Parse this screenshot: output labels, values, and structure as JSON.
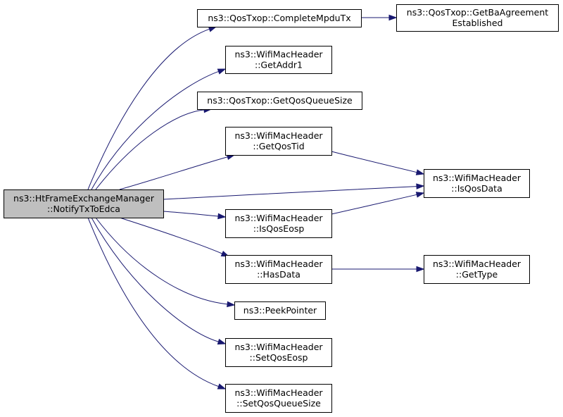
{
  "diagram": {
    "colors": {
      "edge": "#191970",
      "node_fill": "#ffffff",
      "root_fill": "#bfbfbf",
      "border": "#000000"
    },
    "nodes": [
      {
        "id": "root",
        "lines": [
          "ns3::HtFrameExchangeManager",
          "::NotifyTxToEdca"
        ],
        "root": true
      },
      {
        "id": "complete_mpdu_tx",
        "lines": [
          "ns3::QosTxop::CompleteMpduTx"
        ]
      },
      {
        "id": "get_ba_agreement",
        "lines": [
          "ns3::QosTxop::GetBaAgreement",
          "Established"
        ]
      },
      {
        "id": "get_addr1",
        "lines": [
          "ns3::WifiMacHeader",
          "::GetAddr1"
        ]
      },
      {
        "id": "get_qos_queue_size",
        "lines": [
          "ns3::QosTxop::GetQosQueueSize"
        ]
      },
      {
        "id": "get_qos_tid",
        "lines": [
          "ns3::WifiMacHeader",
          "::GetQosTid"
        ]
      },
      {
        "id": "is_qos_data",
        "lines": [
          "ns3::WifiMacHeader",
          "::IsQosData"
        ]
      },
      {
        "id": "is_qos_eosp",
        "lines": [
          "ns3::WifiMacHeader",
          "::IsQosEosp"
        ]
      },
      {
        "id": "has_data",
        "lines": [
          "ns3::WifiMacHeader",
          "::HasData"
        ]
      },
      {
        "id": "get_type",
        "lines": [
          "ns3::WifiMacHeader",
          "::GetType"
        ]
      },
      {
        "id": "peek_pointer",
        "lines": [
          "ns3::PeekPointer"
        ]
      },
      {
        "id": "set_qos_eosp",
        "lines": [
          "ns3::WifiMacHeader",
          "::SetQosEosp"
        ]
      },
      {
        "id": "set_qos_queue_size",
        "lines": [
          "ns3::WifiMacHeader",
          "::SetQosQueueSize"
        ]
      }
    ],
    "edges": [
      {
        "from": "root",
        "to": "complete_mpdu_tx"
      },
      {
        "from": "complete_mpdu_tx",
        "to": "get_ba_agreement"
      },
      {
        "from": "root",
        "to": "get_addr1"
      },
      {
        "from": "root",
        "to": "get_qos_queue_size"
      },
      {
        "from": "root",
        "to": "get_qos_tid"
      },
      {
        "from": "get_qos_tid",
        "to": "is_qos_data"
      },
      {
        "from": "root",
        "to": "is_qos_data"
      },
      {
        "from": "root",
        "to": "is_qos_eosp"
      },
      {
        "from": "is_qos_eosp",
        "to": "is_qos_data"
      },
      {
        "from": "root",
        "to": "has_data"
      },
      {
        "from": "has_data",
        "to": "get_type"
      },
      {
        "from": "root",
        "to": "peek_pointer"
      },
      {
        "from": "root",
        "to": "set_qos_eosp"
      },
      {
        "from": "root",
        "to": "set_qos_queue_size"
      }
    ]
  }
}
